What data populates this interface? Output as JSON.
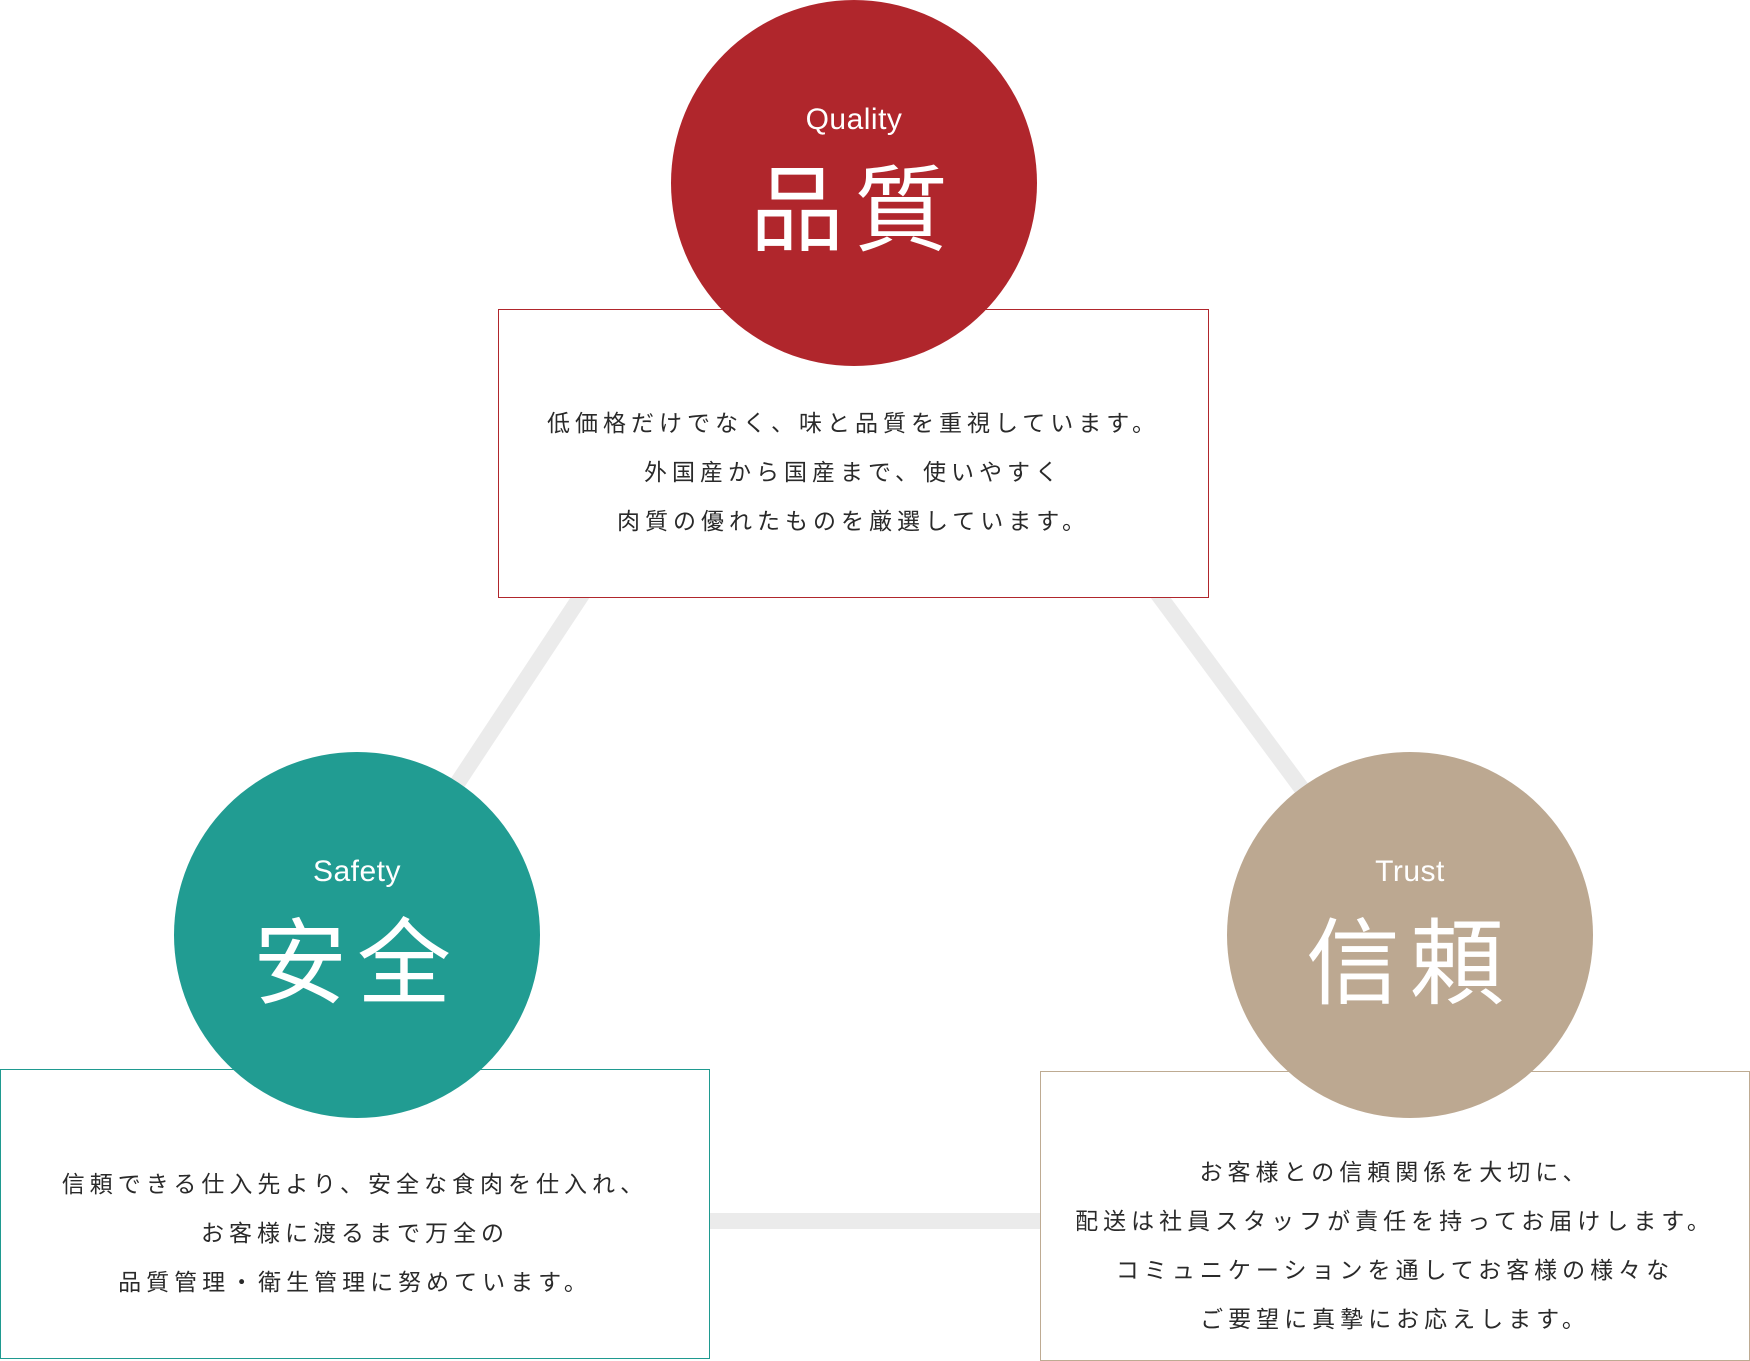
{
  "colors": {
    "quality": "#b0262c",
    "safety": "#219c92",
    "trust": "#bca891",
    "connector": "#ebebeb",
    "text": "#2a2a2a"
  },
  "quality": {
    "en": "Quality",
    "jp": "品質",
    "lines": [
      "低価格だけでなく、味と品質を重視しています。",
      "外国産から国産まで、使いやすく",
      "肉質の優れたものを厳選しています。"
    ]
  },
  "safety": {
    "en": "Safety",
    "jp": "安全",
    "lines": [
      "信頼できる仕入先より、安全な食肉を仕入れ、",
      "お客様に渡るまで万全の",
      "品質管理・衛生管理に努めています。"
    ]
  },
  "trust": {
    "en": "Trust",
    "jp": "信頼",
    "lines": [
      "お客様との信頼関係を大切に、",
      "配送は社員スタッフが責任を持ってお届けします。",
      "コミュニケーションを通してお客様の様々な",
      "ご要望に真摯にお応えします。"
    ]
  }
}
